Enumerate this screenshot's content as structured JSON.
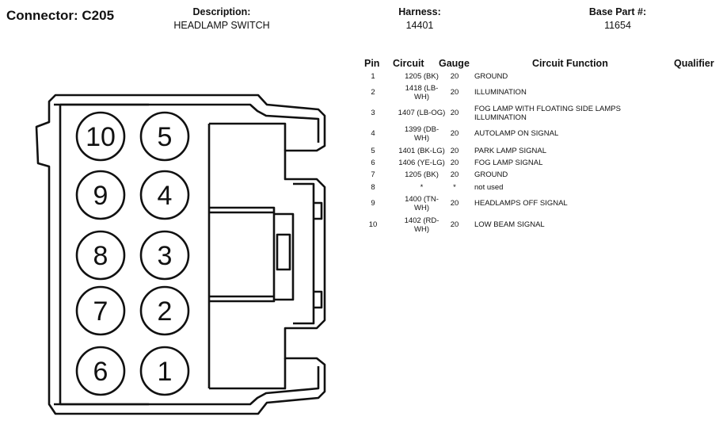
{
  "connector": {
    "title": "Connector: C205"
  },
  "header": {
    "description": {
      "label": "Description:",
      "value": "HEADLAMP SWITCH"
    },
    "harness": {
      "label": "Harness:",
      "value": "14401"
    },
    "base_part": {
      "label": "Base Part #:",
      "value": "11654"
    }
  },
  "table": {
    "columns": [
      "Pin",
      "Circuit",
      "Gauge",
      "Circuit Function",
      "Qualifier"
    ],
    "rows": [
      {
        "pin": "1",
        "circuit": [
          "1205 (BK)"
        ],
        "gauge": "20",
        "function": [
          "GROUND"
        ]
      },
      {
        "pin": "2",
        "circuit": [
          "1418 (LB-",
          "WH)"
        ],
        "gauge": "20",
        "function": [
          "ILLUMINATION"
        ]
      },
      {
        "pin": "3",
        "circuit": [
          "1407 (LB-OG)"
        ],
        "gauge": "20",
        "function": [
          "FOG LAMP WITH FLOATING SIDE LAMPS",
          "ILLUMINATION"
        ]
      },
      {
        "pin": "4",
        "circuit": [
          "1399 (DB-",
          "WH)"
        ],
        "gauge": "20",
        "function": [
          "AUTOLAMP ON SIGNAL"
        ]
      },
      {
        "pin": "5",
        "circuit": [
          "1401 (BK-LG)"
        ],
        "gauge": "20",
        "function": [
          "PARK LAMP SIGNAL"
        ]
      },
      {
        "pin": "6",
        "circuit": [
          "1406 (YE-LG)"
        ],
        "gauge": "20",
        "function": [
          "FOG LAMP SIGNAL"
        ]
      },
      {
        "pin": "7",
        "circuit": [
          "1205 (BK)"
        ],
        "gauge": "20",
        "function": [
          "GROUND"
        ]
      },
      {
        "pin": "8",
        "circuit": [
          "*"
        ],
        "gauge": "*",
        "function": [
          "not used"
        ]
      },
      {
        "pin": "9",
        "circuit": [
          "1400 (TN-",
          "WH)"
        ],
        "gauge": "20",
        "function": [
          "HEADLAMPS OFF SIGNAL"
        ]
      },
      {
        "pin": "10",
        "circuit": [
          "1402 (RD-",
          "WH)"
        ],
        "gauge": "20",
        "function": [
          "LOW BEAM SIGNAL"
        ]
      }
    ]
  },
  "diagram": {
    "pin_labels": [
      [
        "10",
        "5"
      ],
      [
        "9",
        "4"
      ],
      [
        "8",
        "3"
      ],
      [
        "7",
        "2"
      ],
      [
        "6",
        "1"
      ]
    ]
  }
}
